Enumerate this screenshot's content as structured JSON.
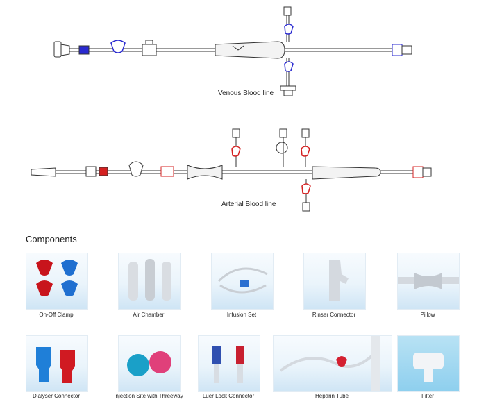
{
  "diagrams": {
    "venous_label": "Venous Blood line",
    "arterial_label": "Arterial Blood line"
  },
  "components_title": "Components",
  "components": [
    {
      "label": "On-Off Clamp",
      "icon": "on-off-clamp-photo"
    },
    {
      "label": "Air Chamber",
      "icon": "air-chamber-photo"
    },
    {
      "label": "Infusion Set",
      "icon": "infusion-set-photo"
    },
    {
      "label": "Rinser Connector",
      "icon": "rinser-connector-photo"
    },
    {
      "label": "Pillow",
      "icon": "pillow-photo"
    },
    {
      "label": "Dialyser Connector",
      "icon": "dialyser-connector-photo"
    },
    {
      "label": "Injection Site with Threeway",
      "icon": "injection-site-photo"
    },
    {
      "label": "Luer Lock Connector",
      "icon": "luer-lock-connector-photo"
    },
    {
      "label": "Heparin Tube",
      "icon": "heparin-tube-photo"
    },
    {
      "label": "Filter",
      "icon": "filter-photo"
    }
  ],
  "colors": {
    "venous_accent": "#2a2ad0",
    "arterial_accent": "#d42020",
    "tile_blue": "#cfe5f5"
  }
}
